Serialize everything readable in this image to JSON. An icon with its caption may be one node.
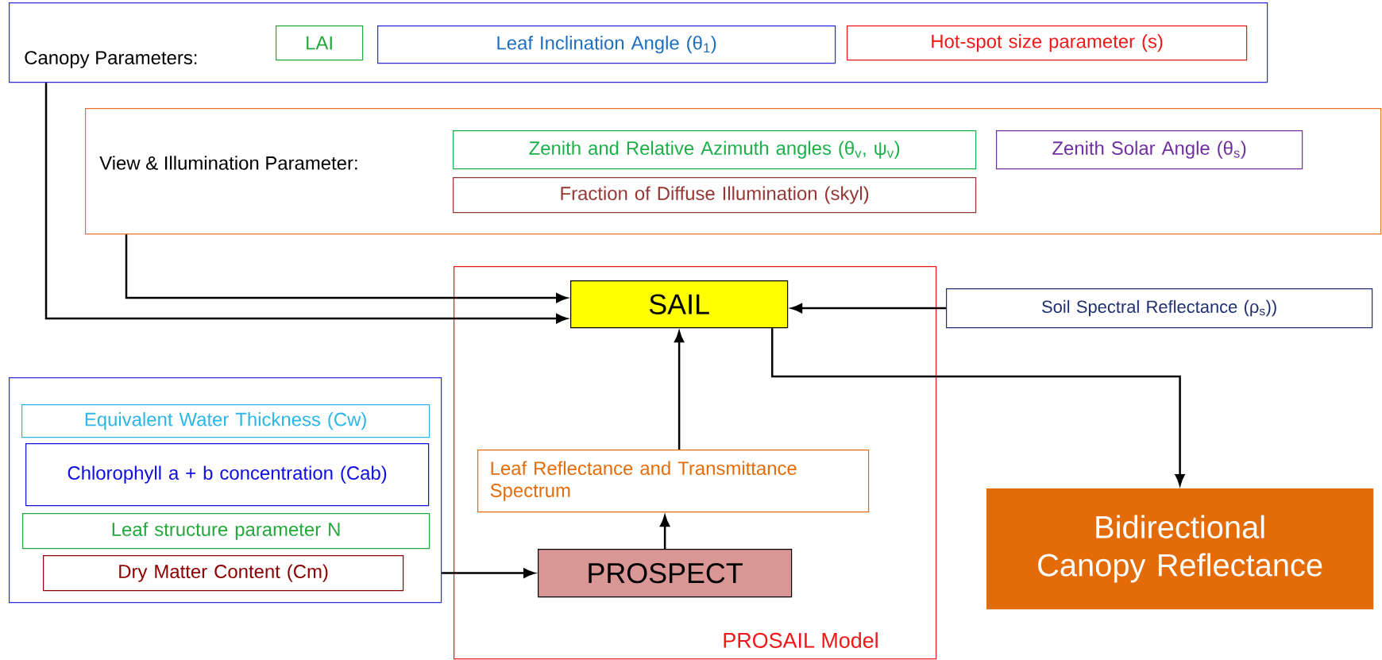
{
  "diagram": {
    "nodes": [
      {
        "text": [
          "Canopy Parameters:"
        ]
      },
      {
        "text": [
          "LAI"
        ],
        "in": 0
      },
      {
        "text": [
          "Leaf Inclination Angle (θ$_{1}$)"
        ],
        "in": 0
      },
      {
        "text": [
          "Hot-spot size parameter (s)"
        ],
        "in": 0
      },
      {
        "text": [
          "View & Illumination Parameter:"
        ]
      },
      {
        "text": [
          "Zenith and Relative Azimuth angles (θ$_{v}$, ψ$_{v}$)"
        ],
        "in": 4
      },
      {
        "text": [
          "Zenith Solar Angle (θ$_{s}$)"
        ],
        "in": 4
      },
      {
        "text": [
          "Fraction of Diffuse Illumination (skyl)"
        ],
        "in": 4
      },
      {
        "text": [
          "PROSAIL Model"
        ]
      },
      {
        "text": [
          "SAIL"
        ],
        "in": 8
      },
      {
        "text": [
          "Soil Spectral Reflectance (ρ$_{s}$))"
        ]
      },
      {
        "text": [],
        "shape": "box"
      },
      {
        "text": [
          "Equivalent Water Thickness (Cw)"
        ],
        "in": 11
      },
      {
        "text": [
          "Chlorophyll a + b concentration (Cab)"
        ],
        "in": 11
      },
      {
        "text": [
          "Leaf structure parameter N"
        ],
        "in": 11
      },
      {
        "text": [
          "Dry Matter Content (Cm)"
        ],
        "in": 11
      },
      {
        "text": [
          "Leaf Reflectance and Transmittance Spectrum"
        ],
        "in": 8
      },
      {
        "text": [
          "PROSPECT"
        ],
        "in": 8
      },
      {
        "text": [
          "Bidirectional Canopy Reflectance"
        ]
      }
    ],
    "edges": [
      {
        "from": 0,
        "to": 9,
        "arrow": "to"
      },
      {
        "from": 4,
        "to": 9,
        "arrow": "to"
      },
      {
        "from": 10,
        "to": 9,
        "arrow": "to"
      },
      {
        "from": 9,
        "to": 18,
        "arrow": "to"
      },
      {
        "from": 11,
        "to": 17,
        "arrow": "to"
      },
      {
        "from": 17,
        "to": 16,
        "arrow": "to"
      },
      {
        "from": 16,
        "to": 9,
        "arrow": "to"
      }
    ]
  }
}
